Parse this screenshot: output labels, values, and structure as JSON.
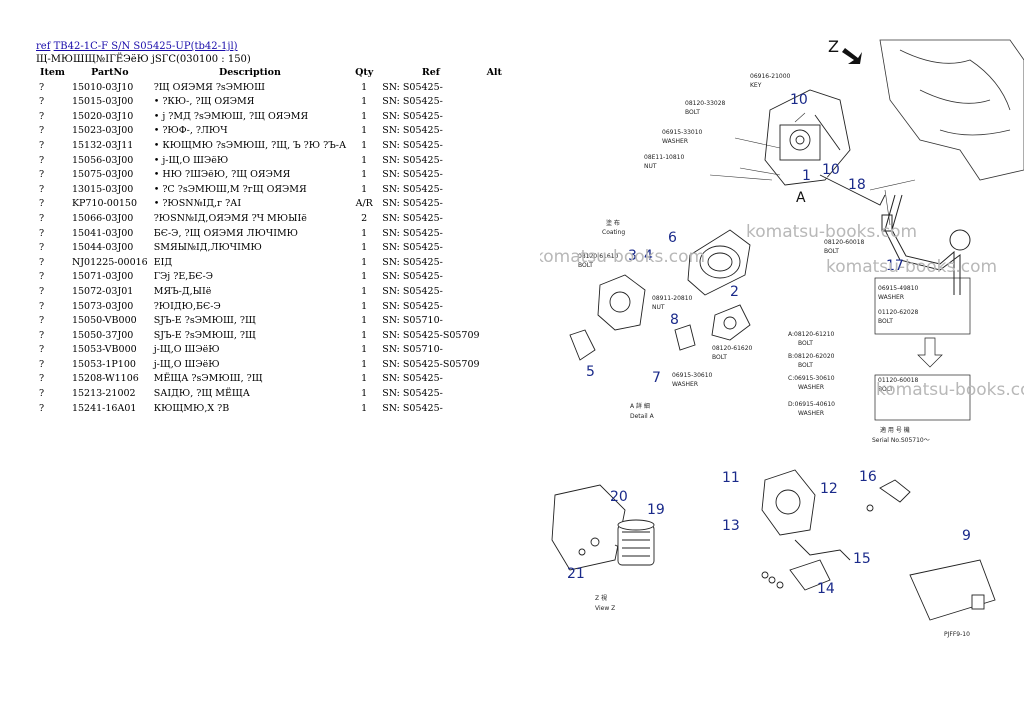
{
  "header": {
    "link_text": "ref",
    "model_text": "TB42-1C-F S/N S05425-UP(tb42-1jl)",
    "subtitle": "Щ-МЮШЩ№IГЁЭёЮ jЅГС(030100 : 150)"
  },
  "table": {
    "columns": [
      "Item",
      "PartNo",
      "Description",
      "Qty",
      "Ref",
      "Alt"
    ],
    "rows": [
      {
        "item": "?",
        "part": "15010-03J10",
        "desc": "?Щ ОЯЭМЯ ?sЭМЮШ",
        "qty": "1",
        "ref": "SN: S05425-"
      },
      {
        "item": "?",
        "part": "15015-03J00",
        "desc": "• ?КЮ-, ?Щ ОЯЭМЯ",
        "qty": "1",
        "ref": "SN: S05425-"
      },
      {
        "item": "?",
        "part": "15020-03J10",
        "desc": "• j ?МД ?sЭМЮШ, ?Щ ОЯЭМЯ",
        "qty": "1",
        "ref": "SN: S05425-"
      },
      {
        "item": "?",
        "part": "15023-03J00",
        "desc": "• ?ЮФ-, ?ЛЮЧ",
        "qty": "1",
        "ref": "SN: S05425-"
      },
      {
        "item": "?",
        "part": "15132-03J11",
        "desc": "• КЮЩМЮ ?sЭМЮШ, ?Щ, Ъ ?Ю ?Ъ-А",
        "qty": "1",
        "ref": "SN: S05425-"
      },
      {
        "item": "?",
        "part": "15056-03J00",
        "desc": "• j-Щ,О ШЭёЮ",
        "qty": "1",
        "ref": "SN: S05425-"
      },
      {
        "item": "?",
        "part": "15075-03J00",
        "desc": "• НЮ ?ШЭёЮ, ?Щ ОЯЭМЯ",
        "qty": "1",
        "ref": "SN: S05425-"
      },
      {
        "item": "?",
        "part": "13015-03J00",
        "desc": "• ?С ?sЭМЮШ,М ?гЩ ОЯЭМЯ",
        "qty": "1",
        "ref": "SN: S05425-"
      },
      {
        "item": "?",
        "part": "KP710-00150",
        "desc": "• ?ЮЅN№IД,г ?АI",
        "qty": "A/R",
        "ref": "SN: S05425-"
      },
      {
        "item": "?",
        "part": "15066-03J00",
        "desc": "?ЮЅN№IД,ОЯЭМЯ ?Ч МЮЫIё",
        "qty": "2",
        "ref": "SN: S05425-"
      },
      {
        "item": "?",
        "part": "15041-03J00",
        "desc": "БЄ-Э, ?Щ ОЯЭМЯ ЛЮЧIМЮ",
        "qty": "1",
        "ref": "SN: S05425-"
      },
      {
        "item": "?",
        "part": "15044-03J00",
        "desc": "ЅМЯЫ№IД,ЛЮЧIМЮ",
        "qty": "1",
        "ref": "SN: S05425-"
      },
      {
        "item": "?",
        "part": "NJ01225-00016",
        "desc": "ЕIД",
        "qty": "1",
        "ref": "SN: S05425-"
      },
      {
        "item": "?",
        "part": "15071-03J00",
        "desc": "ГЭj ?Е,БЄ-Э",
        "qty": "1",
        "ref": "SN: S05425-"
      },
      {
        "item": "?",
        "part": "15072-03J01",
        "desc": "МЯЪ-Д,ЫIё",
        "qty": "1",
        "ref": "SN: S05425-"
      },
      {
        "item": "?",
        "part": "15073-03J00",
        "desc": "?ЮIДЮ,БЄ-Э",
        "qty": "1",
        "ref": "SN: S05425-"
      },
      {
        "item": "?",
        "part": "15050-VB000",
        "desc": "ЅJЪ-Е ?sЭМЮШ, ?Щ",
        "qty": "1",
        "ref": "SN: S05710-"
      },
      {
        "item": "?",
        "part": "15050-37J00",
        "desc": "ЅJЪ-Е ?sЭМЮШ, ?Щ",
        "qty": "1",
        "ref": "SN: S05425-S05709"
      },
      {
        "item": "?",
        "part": "15053-VB000",
        "desc": "j-Щ,О ШЭёЮ",
        "qty": "1",
        "ref": "SN: S05710-"
      },
      {
        "item": "?",
        "part": "15053-1P100",
        "desc": "j-Щ,О ШЭёЮ",
        "qty": "1",
        "ref": "SN: S05425-S05709"
      },
      {
        "item": "?",
        "part": "15208-W1106",
        "desc": "МЁЩА ?sЭМЮШ, ?Щ",
        "qty": "1",
        "ref": "SN: S05425-"
      },
      {
        "item": "?",
        "part": "15213-21002",
        "desc": "ЅАIДЮ, ?Щ МЁЩА",
        "qty": "1",
        "ref": "SN: S05425-"
      },
      {
        "item": "?",
        "part": "15241-16A01",
        "desc": "КЮЩМЮ,Х ?В",
        "qty": "1",
        "ref": "SN: S05425-"
      }
    ]
  },
  "diagram": {
    "view_letter": "Z",
    "callouts": [
      "1",
      "3",
      "4",
      "2",
      "5",
      "6",
      "7",
      "8",
      "9",
      "10",
      "10",
      "11",
      "12",
      "13",
      "14",
      "15",
      "16",
      "17",
      "18",
      "19",
      "20",
      "21",
      "A"
    ],
    "small_labels": {
      "key_pn": "06916-21000",
      "key": "KEY",
      "bolt1_pn": "08120-33028",
      "bolt1": "BOLT",
      "washer1_pn": "06915-33010",
      "washer1": "WASHER",
      "nut1_pn": "08E11-10810",
      "nut1": "NUT",
      "coating_jp": "塗 布",
      "coating": "Coating",
      "bolt2_pn": "08120-61610",
      "bolt2": "BOLT",
      "nut2_pn": "08911-20810",
      "nut2": "NUT",
      "bolt3_pn": "08120-61620",
      "bolt3": "BOLT",
      "washer3_pn": "06915-30610",
      "washer3": "WASHER",
      "bolt4_pn": "08120-60018",
      "bolt4": "BOLT",
      "washer4_pn": "06915-49810",
      "washer4": "WASHER",
      "bolt5_pn": "01120-62028",
      "bolt5": "BOLT",
      "bolt6_pn": "01120-60018",
      "bolt6": "BOLT",
      "serial_jp": "適 用 号 機",
      "serial": "Serial No.S05710～",
      "detail_jp": "A 詳 細",
      "detail": "Detail A",
      "lineA": "A:08120-61210",
      "lineA2": "BOLT",
      "lineB": "B:08120-62020",
      "lineB2": "BOLT",
      "lineC": "C:06915-30610",
      "lineC2": "WASHER",
      "lineD": "D:06915-40610",
      "lineD2": "WASHER",
      "viewz_jp": "Z 視",
      "viewz": "View Z",
      "code": "PJFF9-10"
    },
    "watermarks": [
      "komatsu-books.com",
      "komatsu-books.com",
      "komatsu-books.com",
      "komatsu-books.com"
    ]
  }
}
